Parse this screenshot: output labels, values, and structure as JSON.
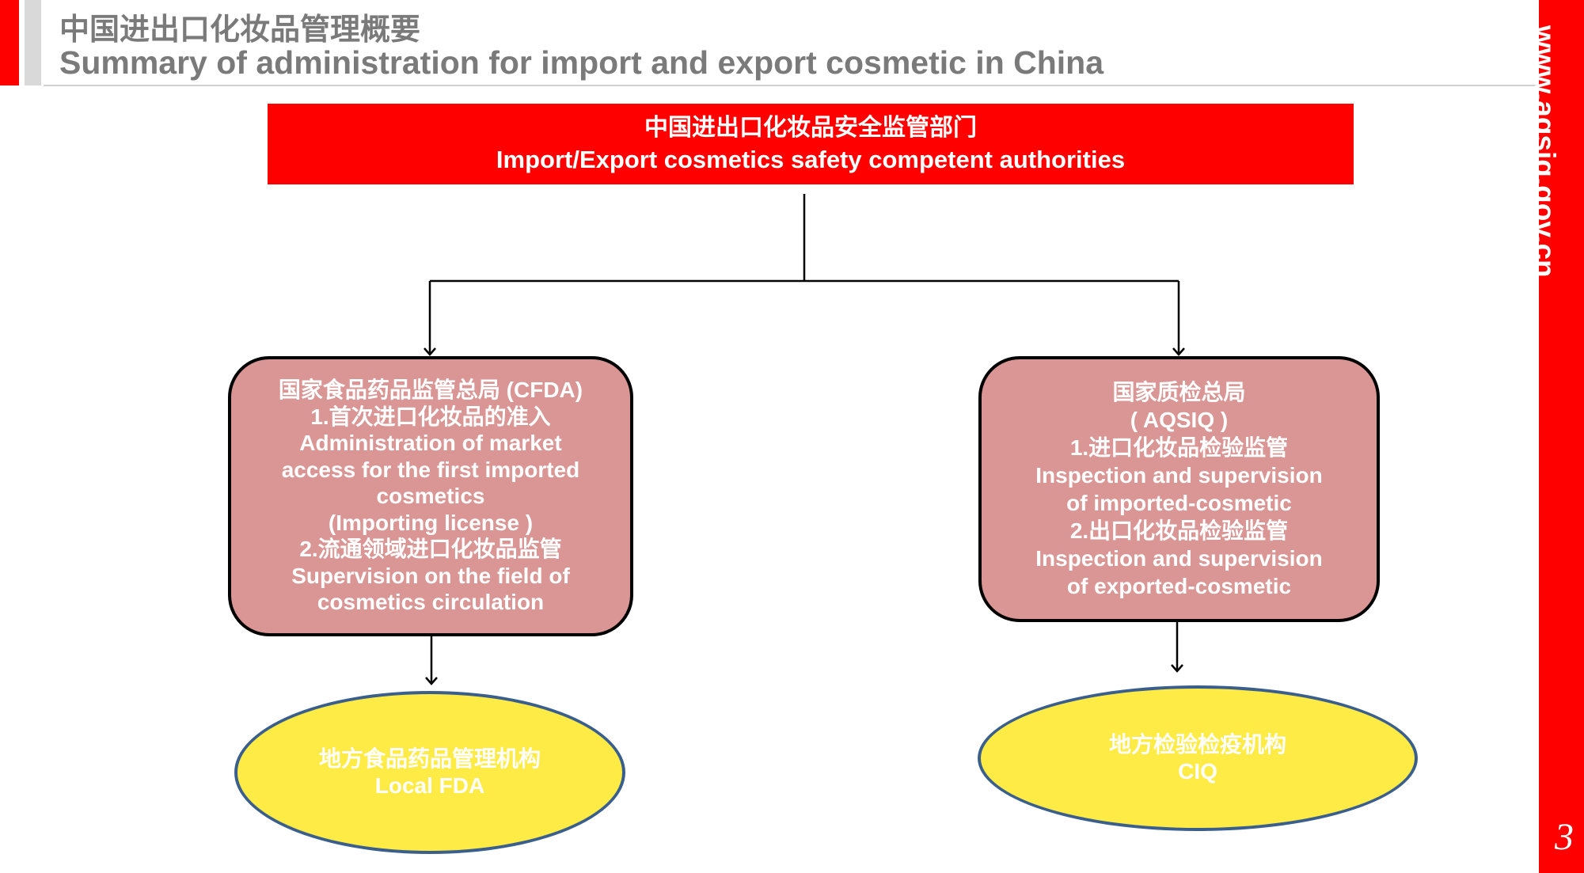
{
  "header": {
    "title_cn": "中国进出口化妆品管理概要",
    "title_en": "Summary of administration for import and export cosmetic in China"
  },
  "sidebar": {
    "url": "www.aqsiq.gov.cn",
    "page_number": "3"
  },
  "top_authority": {
    "line_cn": "中国进出口化妆品安全监管部门",
    "line_en": "Import/Export cosmetics safety competent authorities"
  },
  "cfda": {
    "lines": [
      "国家食品药品监管总局 (CFDA)",
      "1.首次进口化妆品的准入",
      "Administration of market",
      "access for the first imported",
      "cosmetics",
      "(Importing license )",
      "2.流通领域进口化妆品监管",
      "Supervision on the field of",
      "cosmetics circulation"
    ]
  },
  "aqsiq": {
    "lines": [
      "国家质检总局",
      "( AQSIQ )",
      "1.进口化妆品检验监管",
      "Inspection and supervision",
      "of imported-cosmetic",
      "2.出口化妆品检验监管",
      "Inspection and supervision",
      "of exported-cosmetic"
    ]
  },
  "local_fda": {
    "line_cn": "地方食品药品管理机构",
    "line_en": "Local FDA"
  },
  "local_ciq": {
    "line_cn": "地方检验检疫机构",
    "line_en": "CIQ"
  },
  "colors": {
    "accent_red": "#ff0000",
    "box_pink": "#d99694",
    "ellipse_yellow": "#ffeb45",
    "ellipse_border": "#3b5f8c",
    "title_gray": "#7a7a7a"
  }
}
